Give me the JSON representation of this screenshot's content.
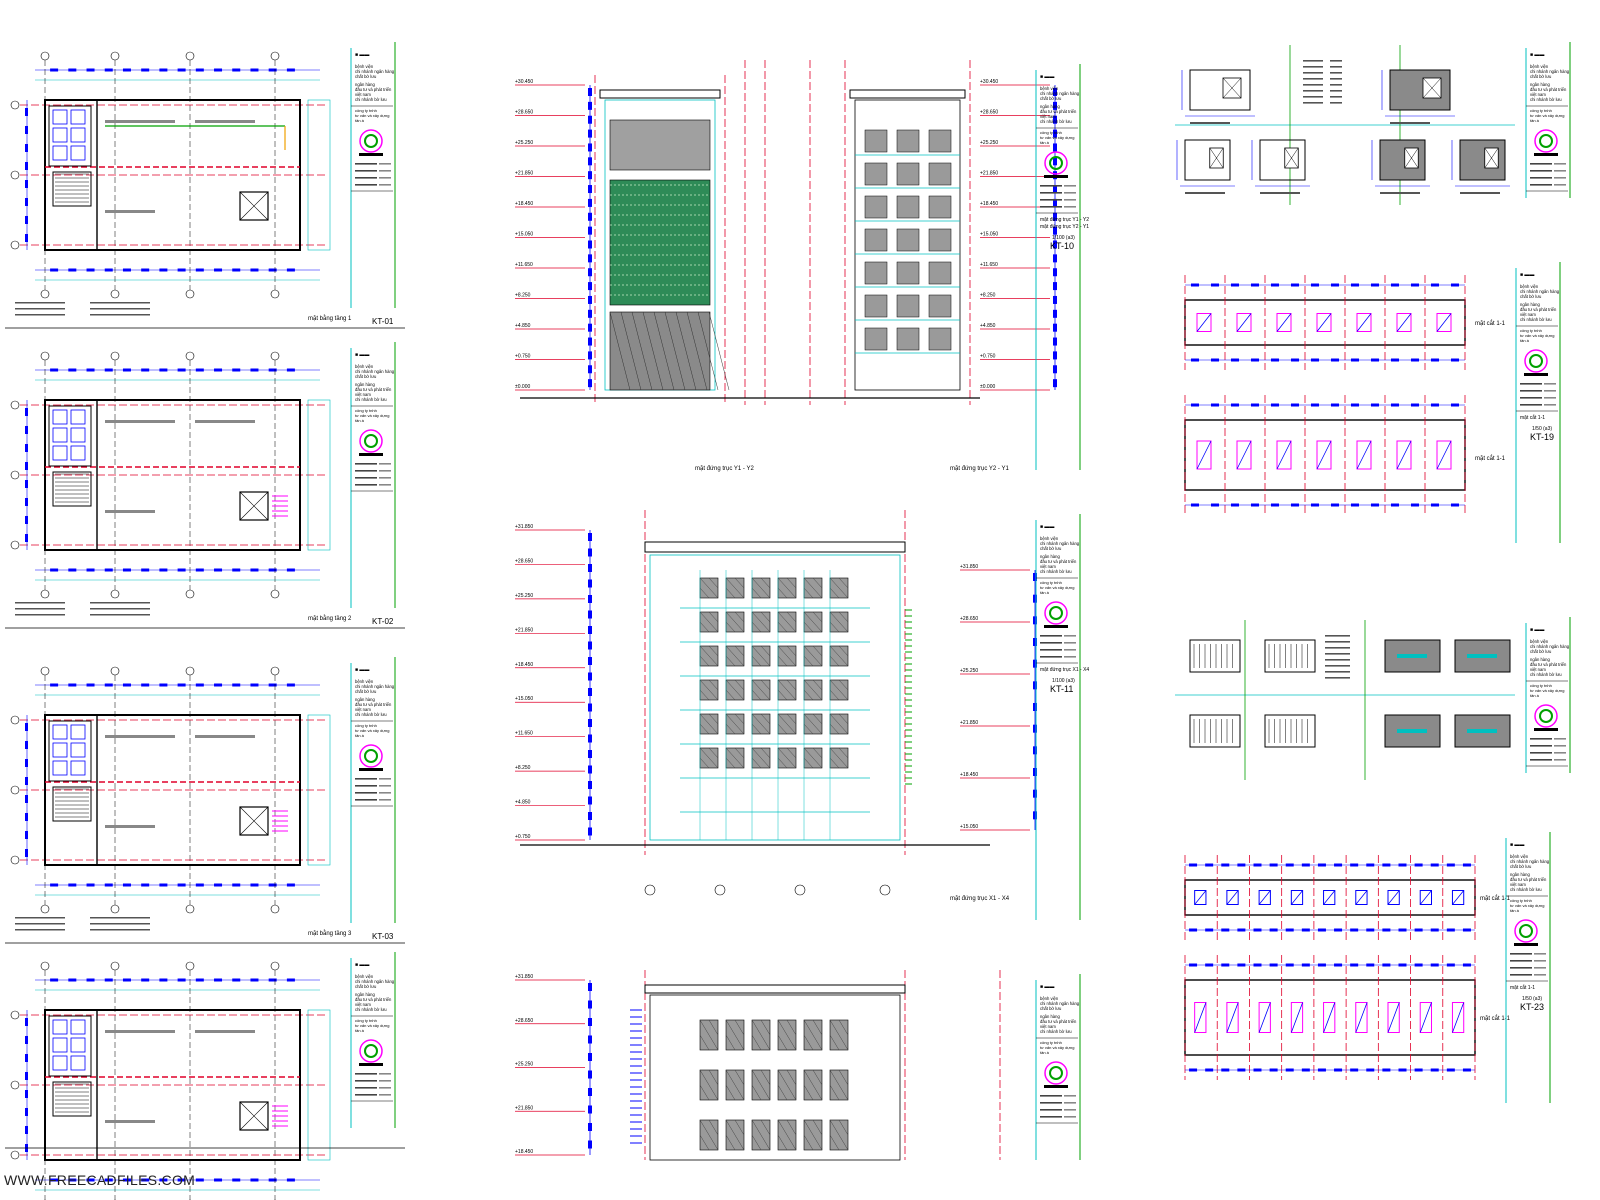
{
  "watermark": "WWW.FREECADFILES.COM",
  "colors": {
    "grid_red": "#e0002a",
    "dim_blue": "#0000ff",
    "cyan": "#00c0c0",
    "wall": "#000000",
    "hatch": "#7a7a7a",
    "green": "#00a000",
    "magenta": "#ff00ff"
  },
  "plans": [
    {
      "title": "mặt bằng tầng 1",
      "sheet": "KT-01"
    },
    {
      "title": "mặt bằng tầng 2",
      "sheet": "KT-02"
    },
    {
      "title": "mặt bằng tầng 3",
      "sheet": "KT-03"
    },
    {
      "title": "",
      "sheet": ""
    }
  ],
  "elevations": [
    {
      "caption_left": "mặt đứng trục Y1 - Y2",
      "caption_right": "mặt đứng trục Y2 - Y1",
      "title_lines": [
        "mặt đứng trục Y1 - Y2",
        "mặt đứng trục Y2 - Y1"
      ],
      "scale": "1/100 (a3)",
      "sheet": "KT-10",
      "levels": [
        "+30.450",
        "+28.650",
        "+25.250",
        "+21.850",
        "+18.450",
        "+15.050",
        "+11.650",
        "+8.250",
        "+4.850",
        "+0.750",
        "±0.000"
      ]
    },
    {
      "caption": "mặt đứng trục X1 - X4",
      "title_lines": [
        "mặt đứng trục X1 - X4"
      ],
      "scale": "1/100 (a3)",
      "sheet": "KT-11",
      "levels": [
        "+31.850",
        "+28.650",
        "+25.250",
        "+21.850",
        "+18.450",
        "+15.050",
        "+11.650",
        "+8.250",
        "+4.850",
        "+0.750"
      ]
    },
    {
      "caption": "",
      "title_lines": [],
      "scale": "",
      "sheet": "",
      "levels": [
        "+31.850",
        "+28.650",
        "+25.250",
        "+21.850",
        "+18.450"
      ]
    }
  ],
  "title_block": {
    "project": [
      "bệnh viện",
      "chi nhánh ngân hàng",
      "chất bờ lưu"
    ],
    "owner": [
      "ngân hàng",
      "đầu tư và phát triển",
      "việt nam",
      "chi nhánh bờ lưu"
    ],
    "company": [
      "công ty tnhh",
      "tư vấn và xây dựng",
      "tân á"
    ]
  },
  "details": [
    {
      "section_labels": [
        "mặt cắt 1-1"
      ],
      "sheet": ""
    },
    {
      "section_labels": [
        "mặt cắt 1-1",
        "mặt cắt 1-1"
      ],
      "sheet": "KT-19"
    },
    {
      "section_labels": [],
      "sheet": ""
    },
    {
      "section_labels": [
        "mặt cắt 1-1",
        "mặt cắt 1-1"
      ],
      "sheet": "KT-23"
    }
  ]
}
